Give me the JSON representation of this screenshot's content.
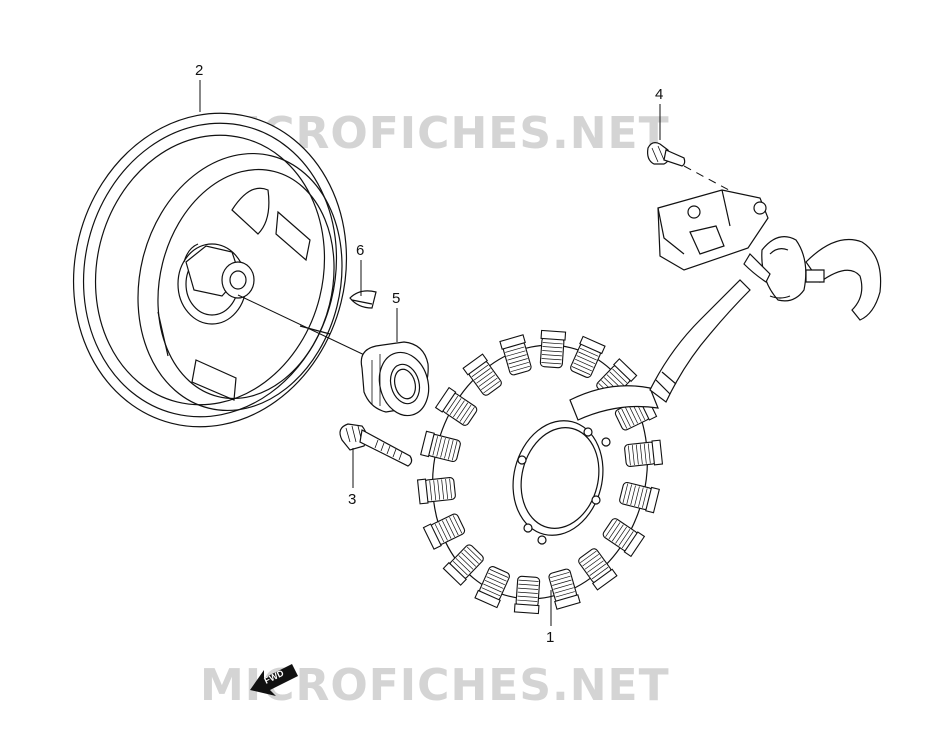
{
  "watermark": {
    "top": "MICROFICHES.NET",
    "bottom": "MICROFICHES.NET"
  },
  "direction_arrow": {
    "label": "FWD"
  },
  "callouts": [
    {
      "id": "1",
      "label": "1"
    },
    {
      "id": "2",
      "label": "2"
    },
    {
      "id": "3",
      "label": "3"
    },
    {
      "id": "4",
      "label": "4"
    },
    {
      "id": "5",
      "label": "5"
    },
    {
      "id": "6",
      "label": "6"
    }
  ]
}
